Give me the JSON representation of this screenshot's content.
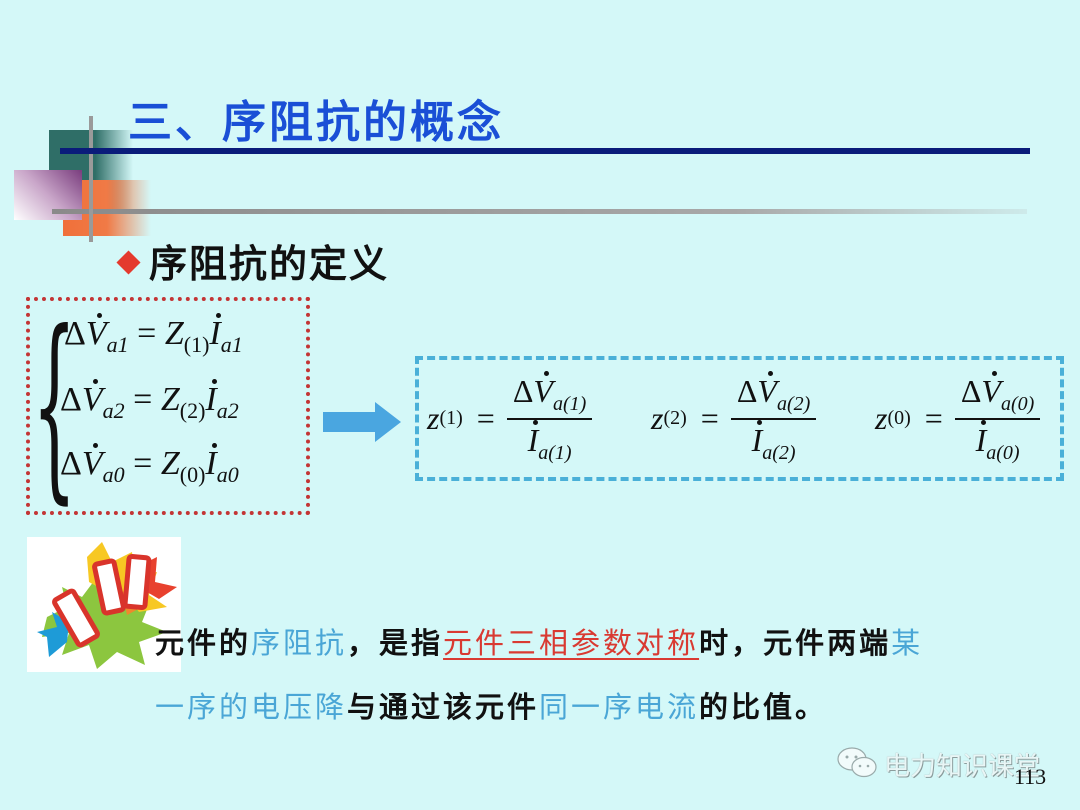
{
  "slide": {
    "title": "三、序阻抗的概念",
    "subtitle": "序阻抗的定义",
    "page_number": "113",
    "watermark": "电力知识课堂",
    "colors": {
      "background": "#d4f8f8",
      "title": "#1a4fd6",
      "bullet": "#e43a2e",
      "highlight_blue": "#4aa6d6",
      "highlight_red": "#d93a32",
      "left_box_border": "#c33535",
      "right_box_border": "#4ab0d8",
      "arrow": "#4aa6e0"
    }
  },
  "equations": {
    "left": [
      {
        "lhs_delta": "Δ",
        "lhs_var": "V",
        "lhs_sub": "a1",
        "eq": "=",
        "coef": "Z",
        "coef_sub": "(1)",
        "rhs_var": "I",
        "rhs_sub": "a1"
      },
      {
        "lhs_delta": "Δ",
        "lhs_var": "V",
        "lhs_sub": "a2",
        "eq": "=",
        "coef": "Z",
        "coef_sub": "(2)",
        "rhs_var": "I",
        "rhs_sub": "a2"
      },
      {
        "lhs_delta": "Δ",
        "lhs_var": "V",
        "lhs_sub": "a0",
        "eq": "=",
        "coef": "Z",
        "coef_sub": "(0)",
        "rhs_var": "I",
        "rhs_sub": "a0"
      }
    ],
    "right": [
      {
        "z": "z",
        "z_sub": "(1)",
        "eq": "=",
        "num_delta": "Δ",
        "num_var": "V",
        "num_sub": "a(1)",
        "den_var": "I",
        "den_sub": "a(1)"
      },
      {
        "z": "z",
        "z_sub": "(2)",
        "eq": "=",
        "num_delta": "Δ",
        "num_var": "V",
        "num_sub": "a(2)",
        "den_var": "I",
        "den_sub": "a(2)"
      },
      {
        "z": "z",
        "z_sub": "(0)",
        "eq": "=",
        "num_delta": "Δ",
        "num_var": "V",
        "num_sub": "a(0)",
        "den_var": "I",
        "den_sub": "a(0)"
      }
    ]
  },
  "definition": {
    "line1": [
      {
        "text": "元件的",
        "style": "normal"
      },
      {
        "text": "序阻抗",
        "style": "blue"
      },
      {
        "text": "，是指",
        "style": "normal"
      },
      {
        "text": "元件三相参数对称",
        "style": "red"
      },
      {
        "text": "时，元件两端",
        "style": "normal"
      },
      {
        "text": "某",
        "style": "blue"
      }
    ],
    "line2": [
      {
        "text": "一序的电压降",
        "style": "blue"
      },
      {
        "text": "与通过该元件",
        "style": "normal"
      },
      {
        "text": "同一序电流",
        "style": "blue"
      },
      {
        "text": "的比值。",
        "style": "normal"
      }
    ]
  }
}
